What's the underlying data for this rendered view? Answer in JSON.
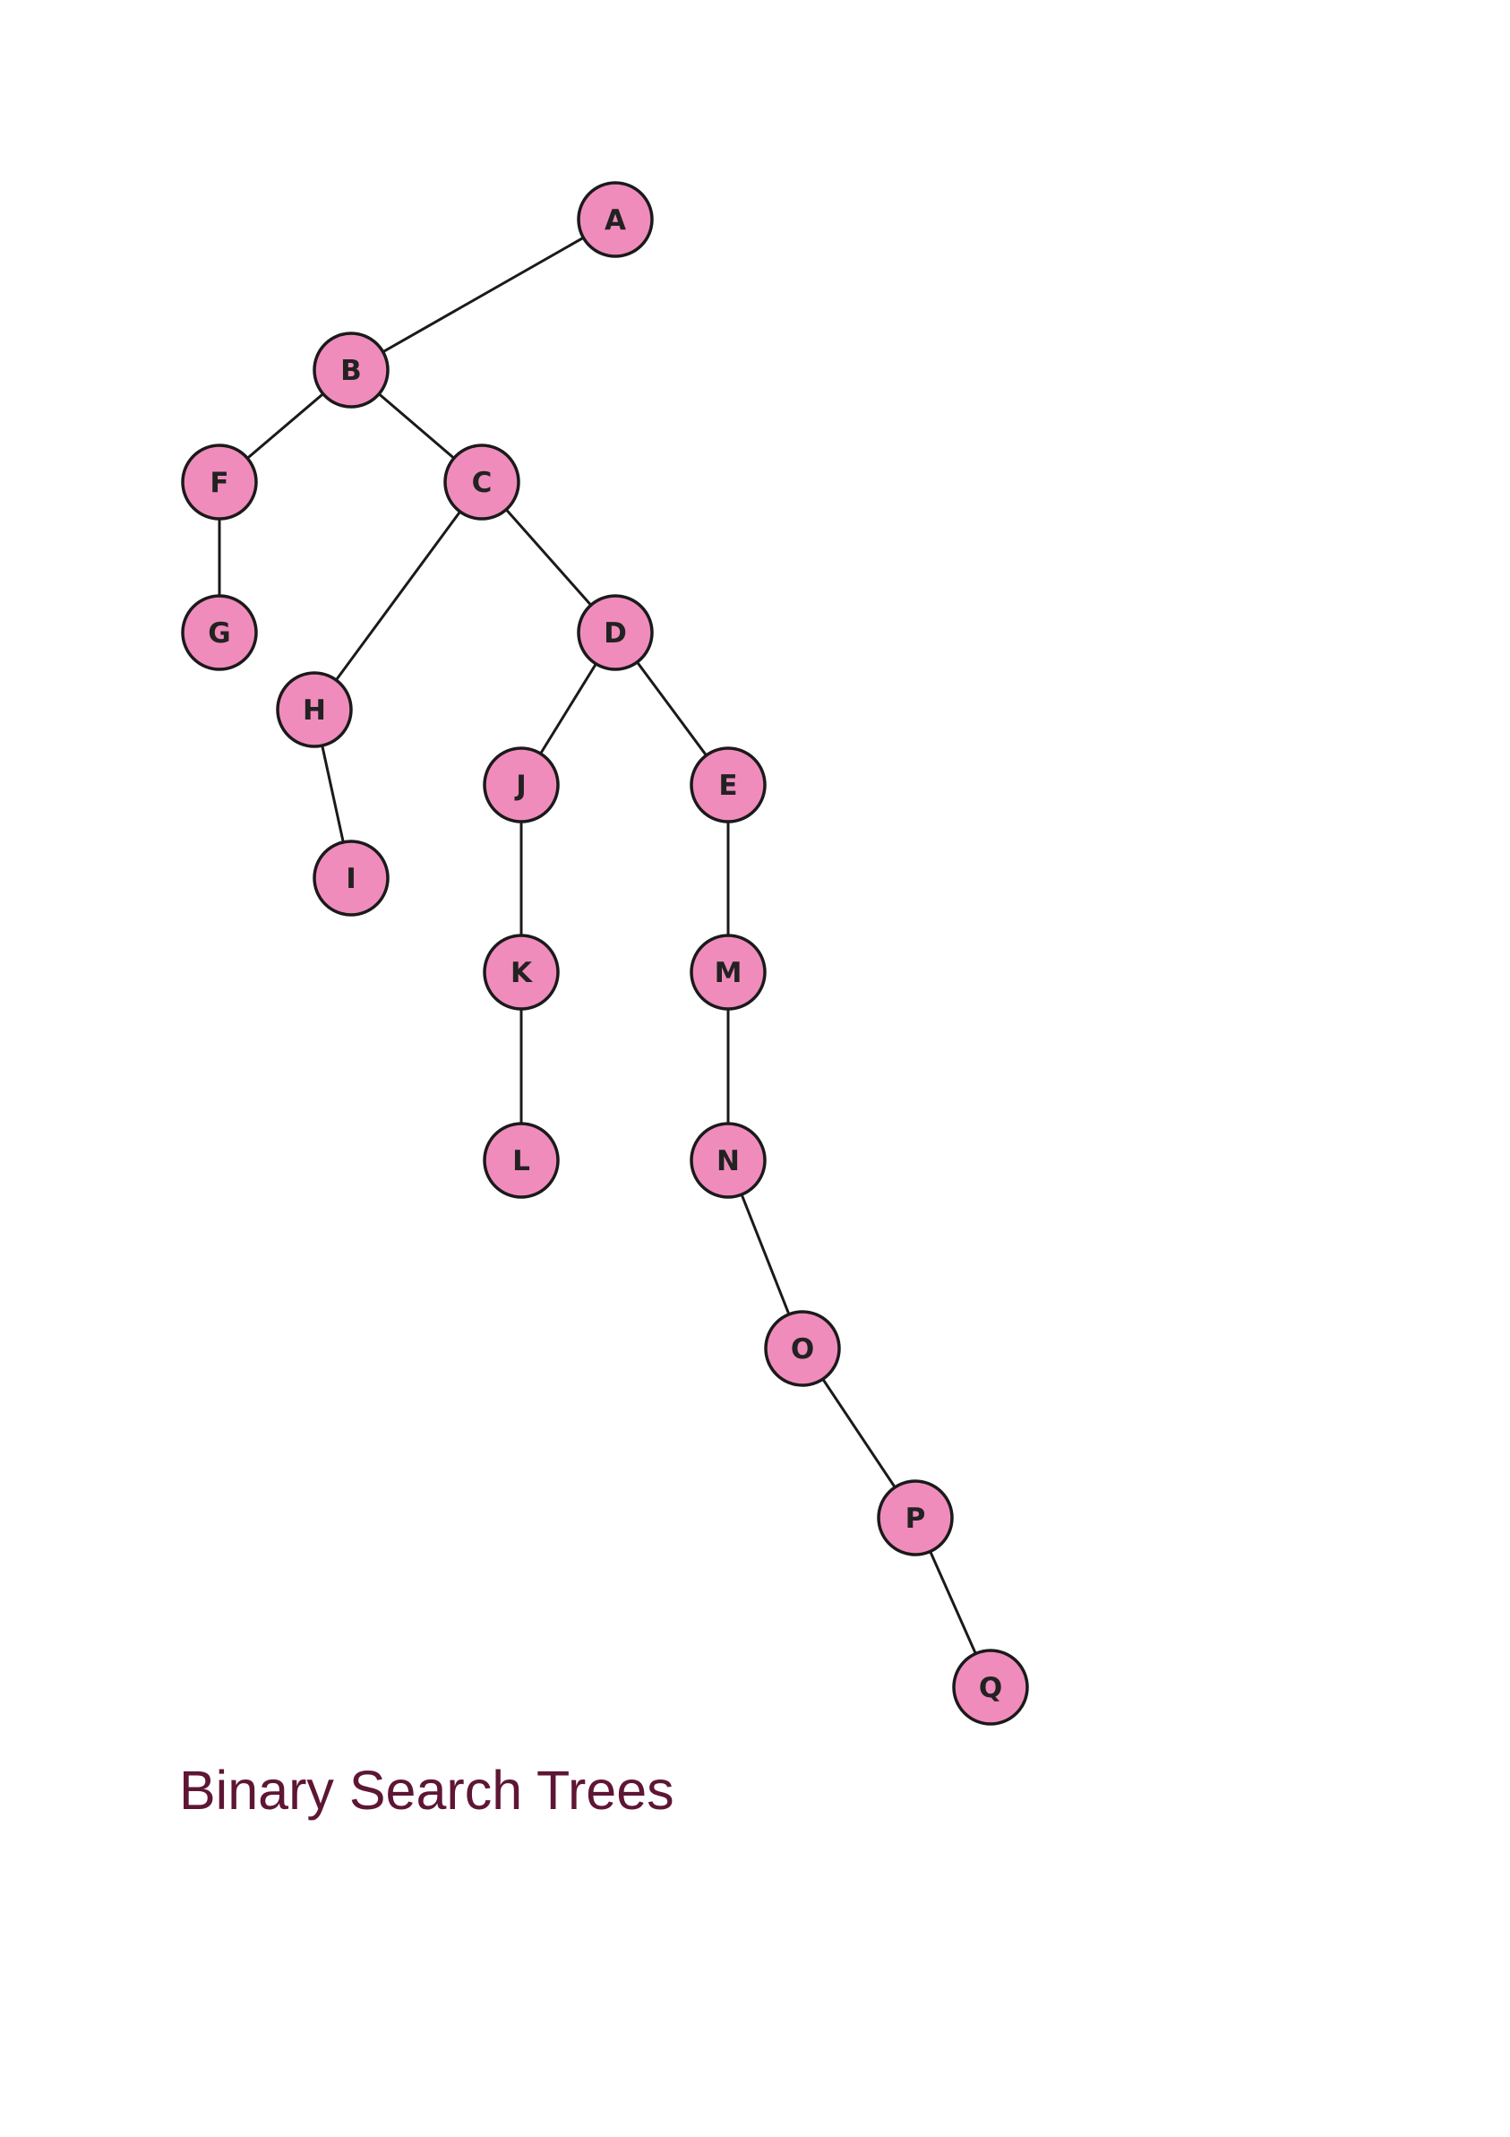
{
  "caption": "Binary Search Trees",
  "colors": {
    "node_fill": "#f08cbc",
    "node_stroke": "#1a1a1a",
    "edge": "#1a1a1a",
    "caption": "#5e1634"
  },
  "tree": {
    "nodes": [
      {
        "id": "A",
        "label": "A"
      },
      {
        "id": "B",
        "label": "B"
      },
      {
        "id": "C",
        "label": "C"
      },
      {
        "id": "D",
        "label": "D"
      },
      {
        "id": "E",
        "label": "E"
      },
      {
        "id": "F",
        "label": "F"
      },
      {
        "id": "G",
        "label": "G"
      },
      {
        "id": "H",
        "label": "H"
      },
      {
        "id": "I",
        "label": "I"
      },
      {
        "id": "J",
        "label": "J"
      },
      {
        "id": "K",
        "label": "K"
      },
      {
        "id": "L",
        "label": "L"
      },
      {
        "id": "M",
        "label": "M"
      },
      {
        "id": "N",
        "label": "N"
      },
      {
        "id": "O",
        "label": "O"
      },
      {
        "id": "P",
        "label": "P"
      },
      {
        "id": "Q",
        "label": "Q"
      }
    ],
    "edges": [
      [
        "A",
        "B"
      ],
      [
        "B",
        "F"
      ],
      [
        "B",
        "C"
      ],
      [
        "F",
        "G"
      ],
      [
        "C",
        "H"
      ],
      [
        "C",
        "D"
      ],
      [
        "H",
        "I"
      ],
      [
        "D",
        "J"
      ],
      [
        "D",
        "E"
      ],
      [
        "J",
        "K"
      ],
      [
        "K",
        "L"
      ],
      [
        "E",
        "M"
      ],
      [
        "M",
        "N"
      ],
      [
        "N",
        "O"
      ],
      [
        "O",
        "P"
      ],
      [
        "P",
        "Q"
      ]
    ]
  }
}
